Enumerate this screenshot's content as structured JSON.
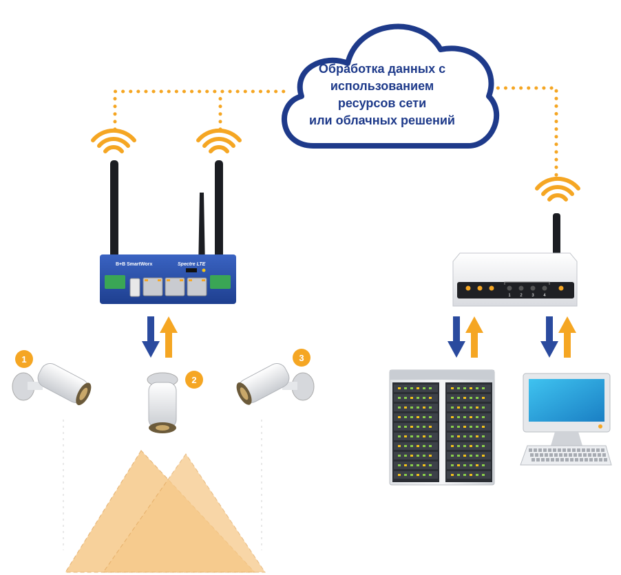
{
  "cloud": {
    "lines": [
      "Обработка данных с",
      "использованием",
      "ресурсов сети",
      "или облачных решений"
    ]
  },
  "router": {
    "brand": "B+B SmartWorx",
    "model": "Spectre LTE"
  },
  "wifi_router": {
    "port_labels": [
      "1",
      "2",
      "3",
      "4"
    ]
  },
  "cameras": [
    {
      "number": "1"
    },
    {
      "number": "2"
    },
    {
      "number": "3"
    }
  ],
  "colors": {
    "cloud_outline": "#1e3a8a",
    "arrow_down": "#2a4a9e",
    "arrow_up": "#f5a623",
    "dotted_link": "#f5a623",
    "wifi_signal": "#f5a623",
    "router_body": "#2a4fa8",
    "field_of_view": "#f6c98a"
  }
}
